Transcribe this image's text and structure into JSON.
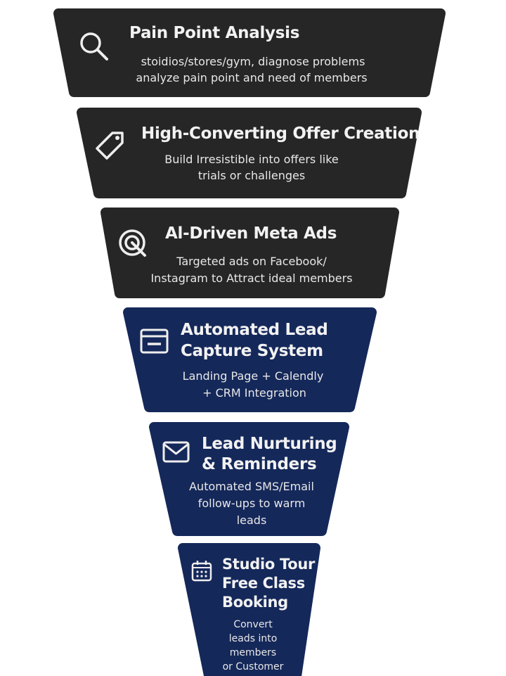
{
  "colors": {
    "dark": "#262626",
    "navy": "#15285a",
    "text": "#f2f2f2"
  },
  "stages": [
    {
      "icon": "search-icon",
      "title": [
        "Pain Point Analysis"
      ],
      "desc": [
        "stoidios/stores/gym, diagnose problems",
        "analyze pain point and need of members"
      ]
    },
    {
      "icon": "tag-icon",
      "title": [
        "High-Converting Offer Creation"
      ],
      "desc": [
        "Build Irresistible into offers like",
        "trials or challenges"
      ]
    },
    {
      "icon": "target-icon",
      "title": [
        "Al-Driven Meta Ads"
      ],
      "desc": [
        "Targeted ads on Facebook/",
        "Instagram to Attract ideal members"
      ]
    },
    {
      "icon": "form-icon",
      "title": [
        "Automated Lead",
        "Capture System"
      ],
      "desc": [
        "Landing Page + Calendly",
        "+ CRM Integration"
      ]
    },
    {
      "icon": "mail-icon",
      "title": [
        "Lead Nurturing",
        "& Reminders"
      ],
      "desc": [
        "Automated SMS/Email",
        "follow-ups to warm",
        "leads"
      ]
    },
    {
      "icon": "calendar-icon",
      "title": [
        "Studio Tour",
        "Free Class",
        "Booking"
      ],
      "desc": [
        "Convert",
        "leads into",
        "members",
        "or Customer"
      ]
    }
  ]
}
